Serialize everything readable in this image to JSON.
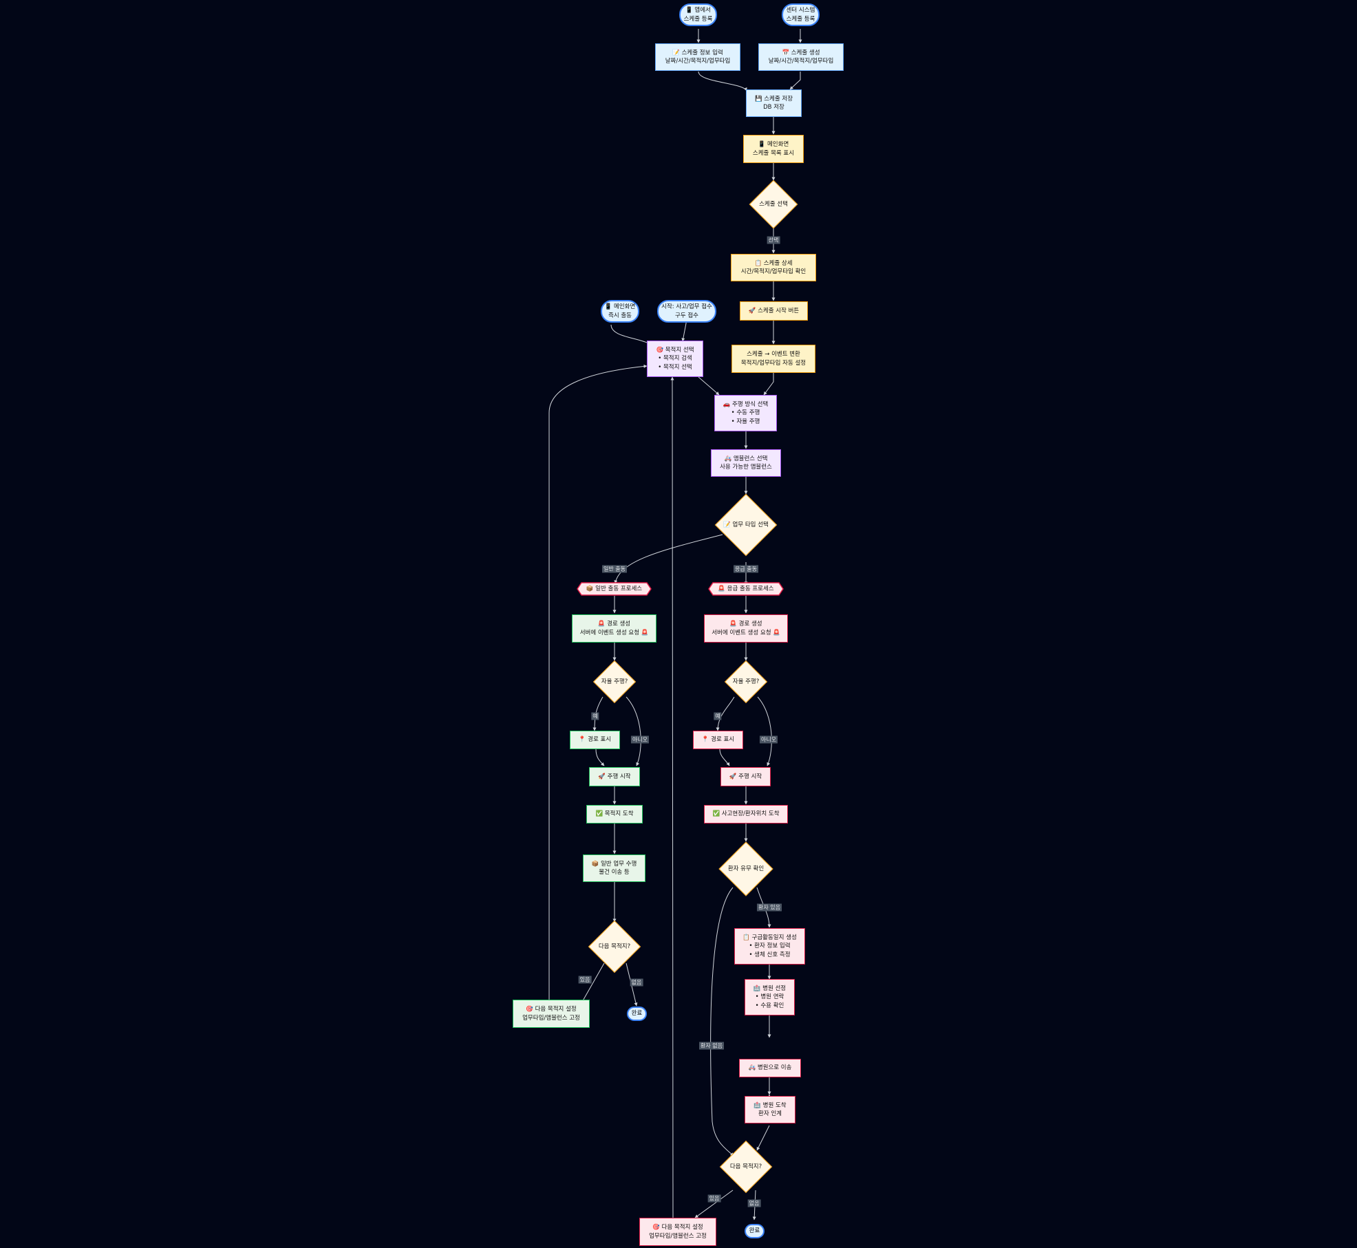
{
  "diagram": {
    "nodes": [
      {
        "id": "app_reg",
        "shape": "term",
        "lines": [
          "📱 앱에서",
          "스케줄 등록"
        ]
      },
      {
        "id": "center_reg",
        "shape": "term",
        "lines": [
          "센터 시스템",
          "스케줄 등록"
        ]
      },
      {
        "id": "sched_input",
        "shape": "blue",
        "lines": [
          "📝 스케줄 정보 입력",
          "날짜/시간/목적지/업무타입"
        ]
      },
      {
        "id": "sched_create",
        "shape": "blue",
        "lines": [
          "📅 스케줄 생성",
          "날짜/시간/목적지/업무타입"
        ]
      },
      {
        "id": "sched_save",
        "shape": "blue",
        "lines": [
          "💾 스케줄 저장",
          "DB 저장"
        ]
      },
      {
        "id": "main_list",
        "shape": "yellow",
        "lines": [
          "📱 메인화면",
          "스케줄 목록 표시"
        ]
      },
      {
        "id": "sched_select",
        "shape": "dec",
        "lines": [
          "스케줄 선택"
        ]
      },
      {
        "id": "sched_detail",
        "shape": "yellow",
        "lines": [
          "📋 스케줄 상세",
          "시간/목적지/업무타입 확인"
        ]
      },
      {
        "id": "sched_start",
        "shape": "yellow",
        "lines": [
          "🚀 스케줄 시작 버튼"
        ]
      },
      {
        "id": "sched_convert",
        "shape": "yellow",
        "lines": [
          "스케줄 → 이벤트 변환",
          "목적지/업무타입 자동 설정"
        ]
      },
      {
        "id": "main_quick",
        "shape": "term",
        "lines": [
          "📱 메인화면",
          "즉시 출동"
        ]
      },
      {
        "id": "start_call",
        "shape": "term",
        "lines": [
          "시작: 사고/업무 접수",
          "구두 접수"
        ]
      },
      {
        "id": "dest_select",
        "shape": "purple",
        "lines": [
          "🎯 목적지 선택",
          "• 목적지 검색",
          "• 목적지 선택"
        ]
      },
      {
        "id": "drive_mode",
        "shape": "purple",
        "lines": [
          "🚗 주행 방식 선택",
          "• 수동 주행",
          "• 자율 주행"
        ]
      },
      {
        "id": "amb_select",
        "shape": "purple",
        "lines": [
          "🚑 앰뷸런스 선택",
          "사용 가능한 앰뷸런스"
        ]
      },
      {
        "id": "task_type",
        "shape": "dec",
        "lines": [
          "📝 업무 타입 선택"
        ]
      },
      {
        "id": "normal_proc",
        "shape": "hexa",
        "lines": [
          "📦 일반 출동 프로세스"
        ]
      },
      {
        "id": "emerg_proc",
        "shape": "hexa",
        "lines": [
          "🚨 응급 출동 프로세스"
        ]
      },
      {
        "id": "n_route",
        "shape": "green",
        "lines": [
          "🚨 경로 생성",
          "서버에 이벤트 생성 요청 🚨"
        ]
      },
      {
        "id": "e_route",
        "shape": "red",
        "lines": [
          "🚨 경로 생성",
          "서버에 이벤트 생성 요청 🚨"
        ]
      },
      {
        "id": "n_auto",
        "shape": "dec",
        "lines": [
          "자율 주행?"
        ]
      },
      {
        "id": "e_auto",
        "shape": "dec",
        "lines": [
          "자율 주행?"
        ]
      },
      {
        "id": "n_show",
        "shape": "green",
        "lines": [
          "📍 경로 표시"
        ]
      },
      {
        "id": "e_show",
        "shape": "red",
        "lines": [
          "📍 경로 표시"
        ]
      },
      {
        "id": "n_drive",
        "shape": "green",
        "lines": [
          "🚀 주행 시작"
        ]
      },
      {
        "id": "e_drive",
        "shape": "red",
        "lines": [
          "🚀 주행 시작"
        ]
      },
      {
        "id": "n_arrive",
        "shape": "green",
        "lines": [
          "✅ 목적지 도착"
        ]
      },
      {
        "id": "e_arrive",
        "shape": "red",
        "lines": [
          "✅ 사고현장/환자위치 도착"
        ]
      },
      {
        "id": "n_work",
        "shape": "green",
        "lines": [
          "📦 일반 업무 수행",
          "물건 이송 등"
        ]
      },
      {
        "id": "e_patient",
        "shape": "dec",
        "lines": [
          "환자 유무 확인"
        ]
      },
      {
        "id": "e_log",
        "shape": "red",
        "lines": [
          "📋 구급활동일지 생성",
          "• 환자 정보 입력",
          "• 생체 신호 측정"
        ]
      },
      {
        "id": "e_hosp_sel",
        "shape": "red",
        "lines": [
          "🏥 병원 선정",
          "• 병원 연락",
          "• 수용 확인"
        ]
      },
      {
        "id": "e_to_hosp",
        "shape": "red",
        "lines": [
          "🚑 병원으로 이송"
        ]
      },
      {
        "id": "e_hosp_arr",
        "shape": "red",
        "lines": [
          "🏥 병원 도착",
          "환자 인계"
        ]
      },
      {
        "id": "n_next",
        "shape": "dec",
        "lines": [
          "다음 목적지?"
        ]
      },
      {
        "id": "e_next",
        "shape": "dec",
        "lines": [
          "다음 목적지?"
        ]
      },
      {
        "id": "n_set_next",
        "shape": "green",
        "lines": [
          "🎯 다음 목적지 설정",
          "업무타입/앰뷸런스 고정"
        ]
      },
      {
        "id": "e_set_next",
        "shape": "red",
        "lines": [
          "🎯 다음 목적지 설정",
          "업무타입/앰뷸런스 고정"
        ]
      },
      {
        "id": "n_done",
        "shape": "term",
        "lines": [
          "완료"
        ]
      },
      {
        "id": "e_done",
        "shape": "term",
        "lines": [
          "완료"
        ]
      }
    ],
    "edge_labels": [
      {
        "id": "lbl_select",
        "text": "선택"
      },
      {
        "id": "lbl_normal",
        "text": "일반 출동"
      },
      {
        "id": "lbl_emerg",
        "text": "응급 출동"
      },
      {
        "id": "lbl_n_yes",
        "text": "예"
      },
      {
        "id": "lbl_n_no",
        "text": "아니오"
      },
      {
        "id": "lbl_e_yes",
        "text": "예"
      },
      {
        "id": "lbl_e_no",
        "text": "아니오"
      },
      {
        "id": "lbl_has_patient",
        "text": "환자 있음"
      },
      {
        "id": "lbl_no_patient",
        "text": "환자 없음"
      },
      {
        "id": "lbl_n_more",
        "text": "있음"
      },
      {
        "id": "lbl_n_none",
        "text": "없음"
      },
      {
        "id": "lbl_e_more",
        "text": "있음"
      },
      {
        "id": "lbl_e_none",
        "text": "없음"
      }
    ],
    "colors": {
      "background": "#020617",
      "edge": "#d1d5db",
      "schedule_fill": "#e0f2fe",
      "main_fill": "#fef3c7",
      "select_fill": "#f3e8ff",
      "normal_fill": "#e8f5e9",
      "emergency_fill": "#fde8ec",
      "decision_fill": "#fff7e6"
    }
  }
}
